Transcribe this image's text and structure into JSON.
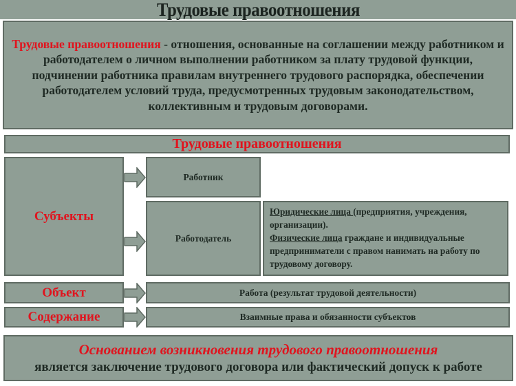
{
  "title": "Трудовые правоотношения",
  "definition": {
    "term": "Трудовые правоотношения",
    "text": " - отношения, основанные на соглашении между работником и работодателем о личном выполнении работником за плату трудовой функции, подчинении работника правилам внутреннего трудового распорядка, обеспечении работодателем условий труда, предусмотренных трудовым законодательством, коллективным и трудовым договорами."
  },
  "section_header": "Трудовые правоотношения",
  "subjects": {
    "label": "Субъекты",
    "worker": "Работник",
    "employer": "Работодатель",
    "employer_details": {
      "legal_entities_term": "Юридические лица ",
      "legal_entities_text": "(предприятия, учреждения, организации).",
      "individuals_term": "Физические лица",
      "individuals_text": " граждане и индивидуальные предприниматели с правом нанимать на работу по трудовому договору."
    }
  },
  "object": {
    "label": "Объект",
    "value": "Работа (результат трудовой деятельности)"
  },
  "content": {
    "label": "Содержание",
    "value": "Взаимные права и обязанности субъектов"
  },
  "basis": {
    "red_line": "Основанием возникновения трудового правоотношения",
    "black_line": "является заключение трудового договора или фактический допуск к работе"
  },
  "colors": {
    "box_fill": "#8f9e95",
    "box_border": "#5f6b63",
    "accent_red": "#e0141e",
    "text_dark": "#1f2a24"
  }
}
